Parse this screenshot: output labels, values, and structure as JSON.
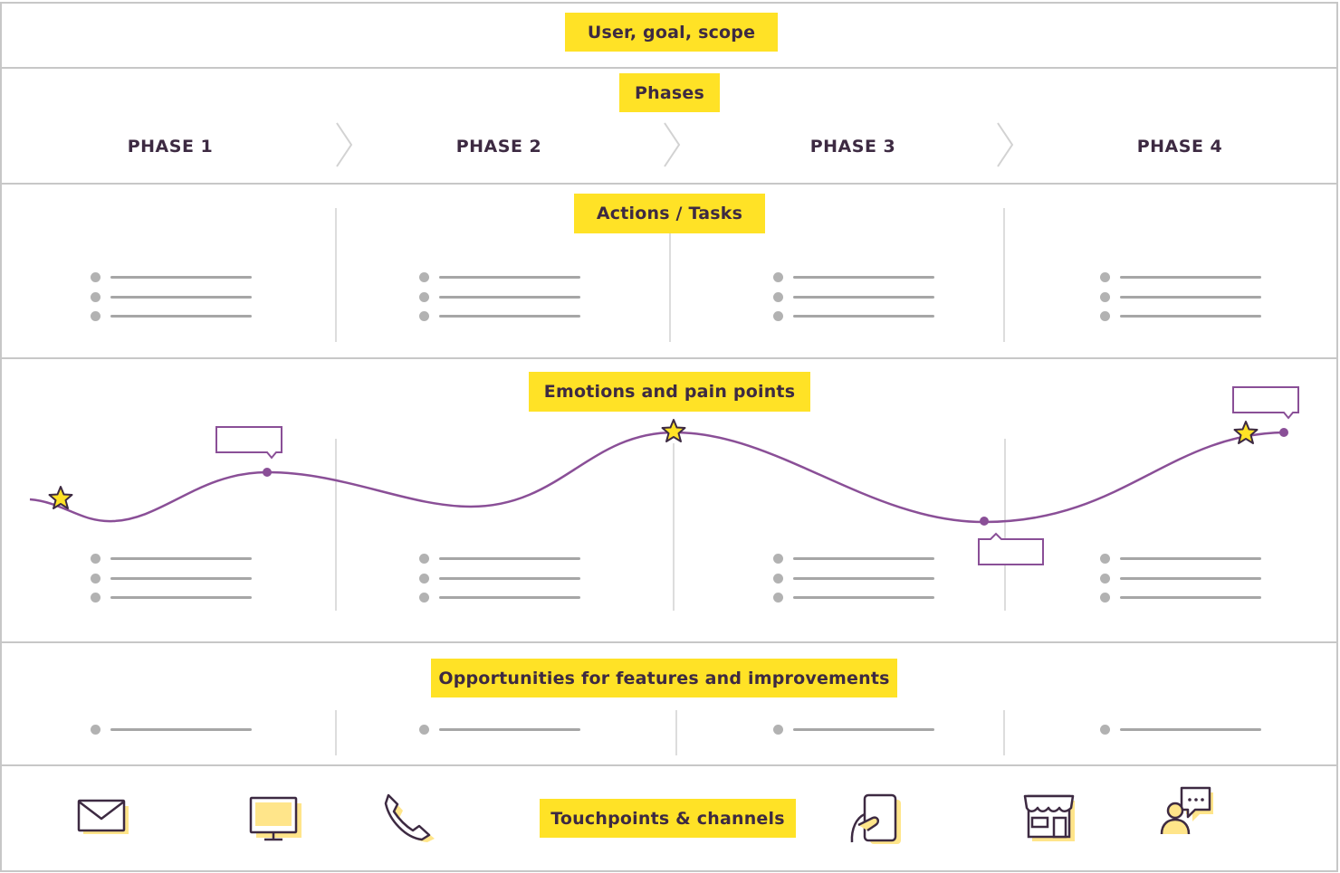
{
  "labels": {
    "user_goal_scope": "User, goal, scope",
    "phases": "Phases",
    "actions_tasks": "Actions / Tasks",
    "emotions_pain_points": "Emotions and pain points",
    "opportunities": "Opportunities for features and improvements",
    "touchpoints": "Touchpoints & channels"
  },
  "phases": [
    "PHASE 1",
    "PHASE 2",
    "PHASE 3",
    "PHASE 4"
  ],
  "touchpoint_icons": [
    "envelope-icon",
    "desktop-icon",
    "phone-icon",
    "smartphone-icon",
    "storefront-icon",
    "chat-person-icon"
  ],
  "colors": {
    "accent_yellow": "#ffe226",
    "curve_purple": "#8a4f97",
    "text_dark": "#3d2a42",
    "placeholder_grey": "#a6a6a6"
  }
}
